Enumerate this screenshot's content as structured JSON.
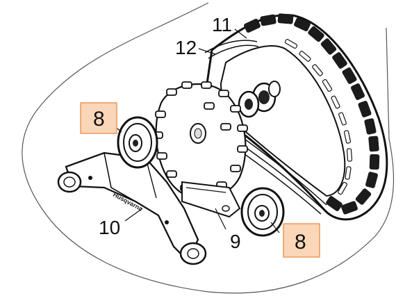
{
  "callouts": {
    "c11": "11",
    "c12": "12",
    "c8_upper": "8",
    "c8_lower": "8",
    "c10": "10",
    "c9": "9"
  },
  "brand": {
    "frame_text": "Husqvarna"
  },
  "colors": {
    "highlight_fill": "#FCD6B8",
    "highlight_stroke": "#E79A5B",
    "line": "#111111"
  }
}
